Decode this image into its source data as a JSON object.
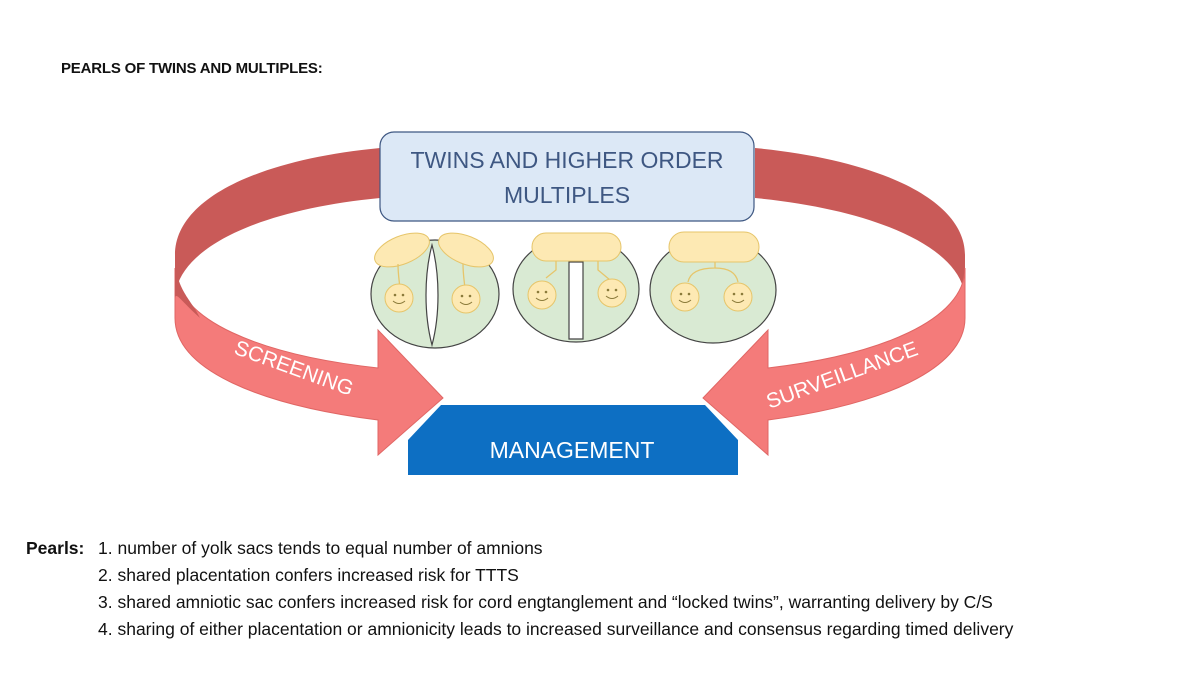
{
  "heading": "PEARLS OF TWINS AND MULTIPLES:",
  "diagram": {
    "center_box": [
      "TWINS AND HIGHER ORDER",
      "MULTIPLES"
    ],
    "left_arrow_label": "SCREENING",
    "right_arrow_label": "SURVEILLANCE",
    "bottom_box": "MANAGEMENT",
    "colors": {
      "arrow_dark": "#c95a58",
      "arrow_light": "#f47b7a",
      "center_box_fill": "#dce8f6",
      "center_box_text": "#3e5782",
      "management_fill": "#0d6fc3",
      "sac_fill": "#d9ead3",
      "placenta_fill": "#fde9b3"
    }
  },
  "pearls": {
    "label": "Pearls:",
    "items": [
      "1. number of yolk sacs tends to equal number of amnions",
      "2. shared placentation confers increased risk for TTTS",
      "3. shared amniotic sac confers increased risk for cord engtanglement and “locked twins”, warranting delivery by C/S",
      "4. sharing of either placentation or amnionicity leads to increased surveillance and consensus regarding timed delivery"
    ]
  }
}
